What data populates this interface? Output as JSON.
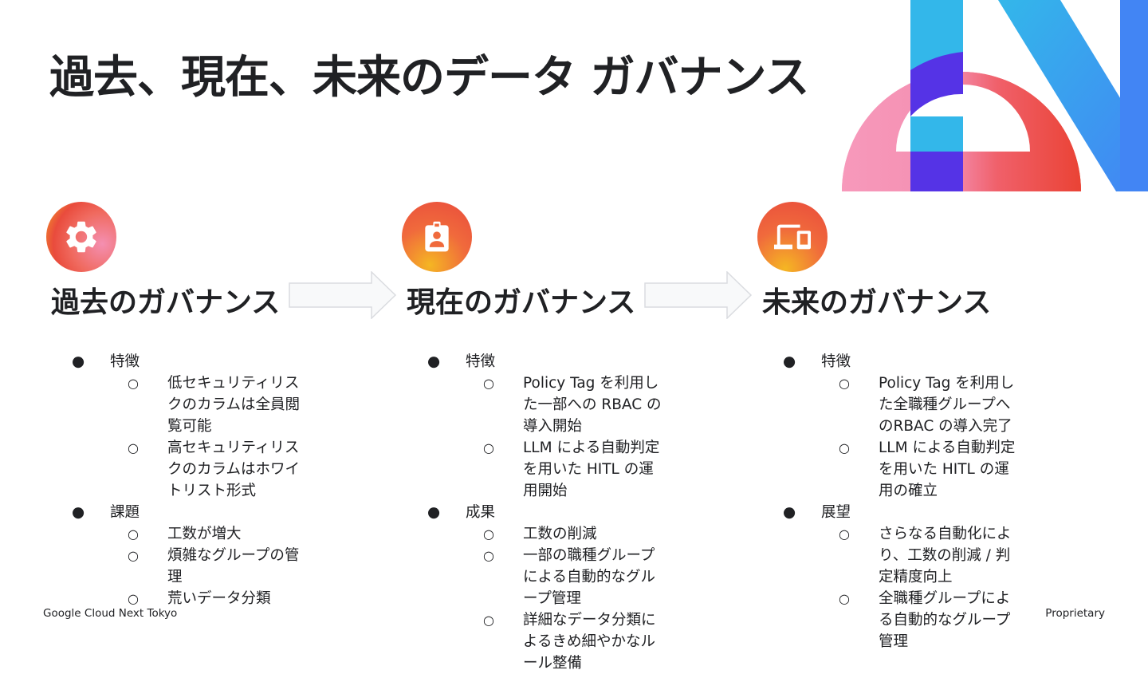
{
  "slide": {
    "title": "過去、現在、未来のデータ ガバナンス"
  },
  "columns": [
    {
      "icon": "gear-icon",
      "heading": "過去のガバナンス",
      "sections": [
        {
          "label": "特徴",
          "items": [
            "低セキュリティリスクのカラムは全員閲覧可能",
            "高セキュリティリスクのカラムはホワイトリスト形式"
          ]
        },
        {
          "label": "課題",
          "items": [
            "工数が増大",
            "煩雑なグループの管理",
            "荒いデータ分類"
          ]
        }
      ]
    },
    {
      "icon": "badge-person-icon",
      "heading": "現在のガバナンス",
      "sections": [
        {
          "label": "特徴",
          "items": [
            "Policy Tag を利用した一部への RBAC の導入開始",
            "LLM による自動判定を用いた HITL の運用開始"
          ]
        },
        {
          "label": "成果",
          "items": [
            "工数の削減",
            "一部の職種グループによる自動的なグループ管理",
            "詳細なデータ分類によるきめ細やかなルール整備"
          ]
        }
      ]
    },
    {
      "icon": "devices-icon",
      "heading": "未来のガバナンス",
      "sections": [
        {
          "label": "特徴",
          "items": [
            "Policy Tag を利用した全職種グループへのRBAC の導入完了",
            "LLM による自動判定を用いた HITL の運用の確立"
          ]
        },
        {
          "label": "展望",
          "items": [
            "さらなる自動化により、工数の削減 / 判定精度向上",
            "全職種グループによる自動的なグループ管理"
          ]
        }
      ]
    }
  ],
  "bullets": {
    "level1": "●",
    "level2": "○"
  },
  "footer": {
    "left": "Google Cloud Next Tokyo",
    "right": "Proprietary"
  },
  "colors": {
    "text": "#202124",
    "pink": "#f799bb",
    "red": "#ea4335",
    "blue": "#4285f4",
    "cyan": "#33b7ea",
    "purple": "#5533e6",
    "arrow_fill": "#f8f9fa",
    "arrow_stroke": "#dadce0"
  }
}
